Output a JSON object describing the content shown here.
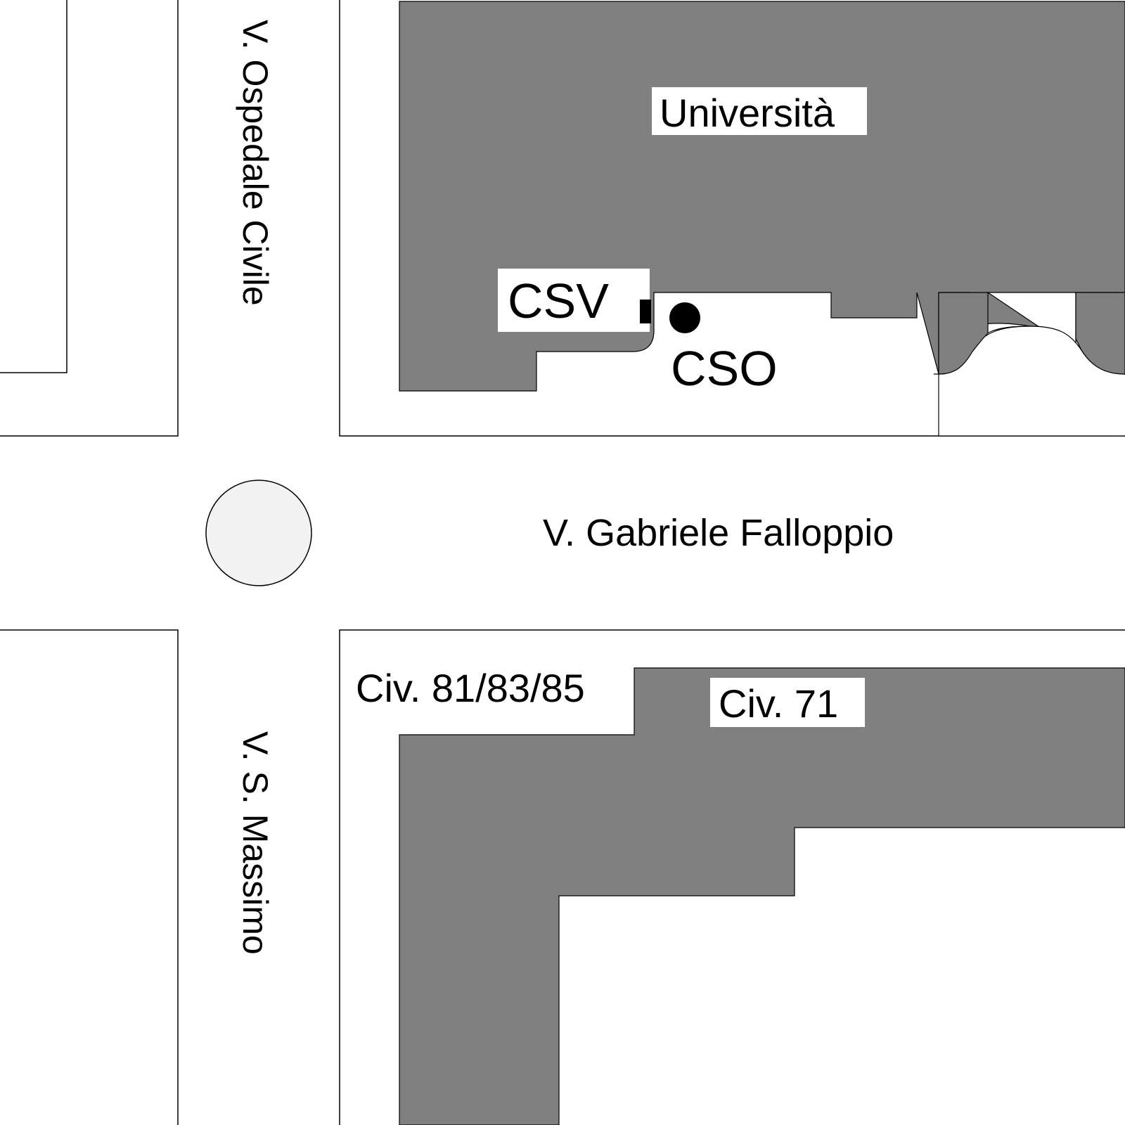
{
  "colors": {
    "background": "#ffffff",
    "building": "#808080",
    "line": "#000000",
    "roundabout_fill": "#f2f2f2"
  },
  "streets": {
    "ospedale_civile": "V. Ospedale Civile",
    "san_massimo": "V. S. Massimo",
    "falloppio": "V. Gabriele Falloppio"
  },
  "buildings": {
    "universita": "Università",
    "csv": "CSV",
    "cso": "CSO",
    "civ_81_83_85": "Civ. 81/83/85",
    "civ_71": "Civ. 71"
  },
  "markers": {
    "csv_marker": "square-marker",
    "cso_marker": "dot-marker",
    "roundabout": "roundabout-circle"
  }
}
